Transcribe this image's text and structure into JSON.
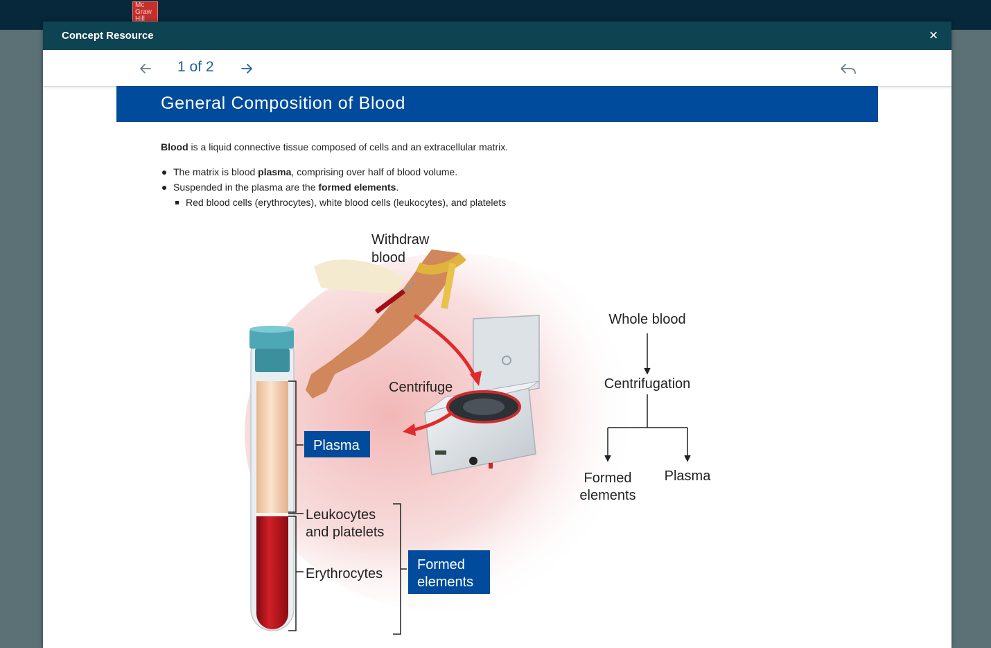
{
  "brand": {
    "logo_text": "Mc Graw Hill"
  },
  "modal": {
    "title": "Concept Resource",
    "close_label": "×",
    "page_counter": "1 of 2"
  },
  "content": {
    "heading": "General Composition of Blood",
    "intro_bold": "Blood",
    "intro_rest": " is a liquid connective tissue composed of cells and an extracellular matrix.",
    "bullets": [
      {
        "pre": "The matrix is blood ",
        "bold": "plasma",
        "post": ", comprising over half of blood volume."
      },
      {
        "pre": "Suspended in the plasma are the ",
        "bold": "formed elements",
        "post": "."
      }
    ],
    "sub_bullet": "Red blood cells (erythrocytes), white blood cells (leukocytes), and platelets"
  },
  "figure": {
    "withdraw_line1": "Withdraw",
    "withdraw_line2": "blood",
    "centrifuge": "Centrifuge",
    "plasma_box": "Plasma",
    "leuko_line1": "Leukocytes",
    "leuko_line2": "and platelets",
    "erythrocytes": "Erythrocytes",
    "formed_box_line1": "Formed",
    "formed_box_line2": "elements",
    "flow_whole": "Whole blood",
    "flow_centrifugation": "Centrifugation",
    "flow_formed_line1": "Formed",
    "flow_formed_line2": "elements",
    "flow_plasma": "Plasma"
  },
  "colors": {
    "topbar": "#06283a",
    "header": "#0e4352",
    "banner": "#004b9b",
    "label_box": "#004b9b",
    "blood_red": "#b3141d",
    "plasma": "#f3d2b3"
  }
}
